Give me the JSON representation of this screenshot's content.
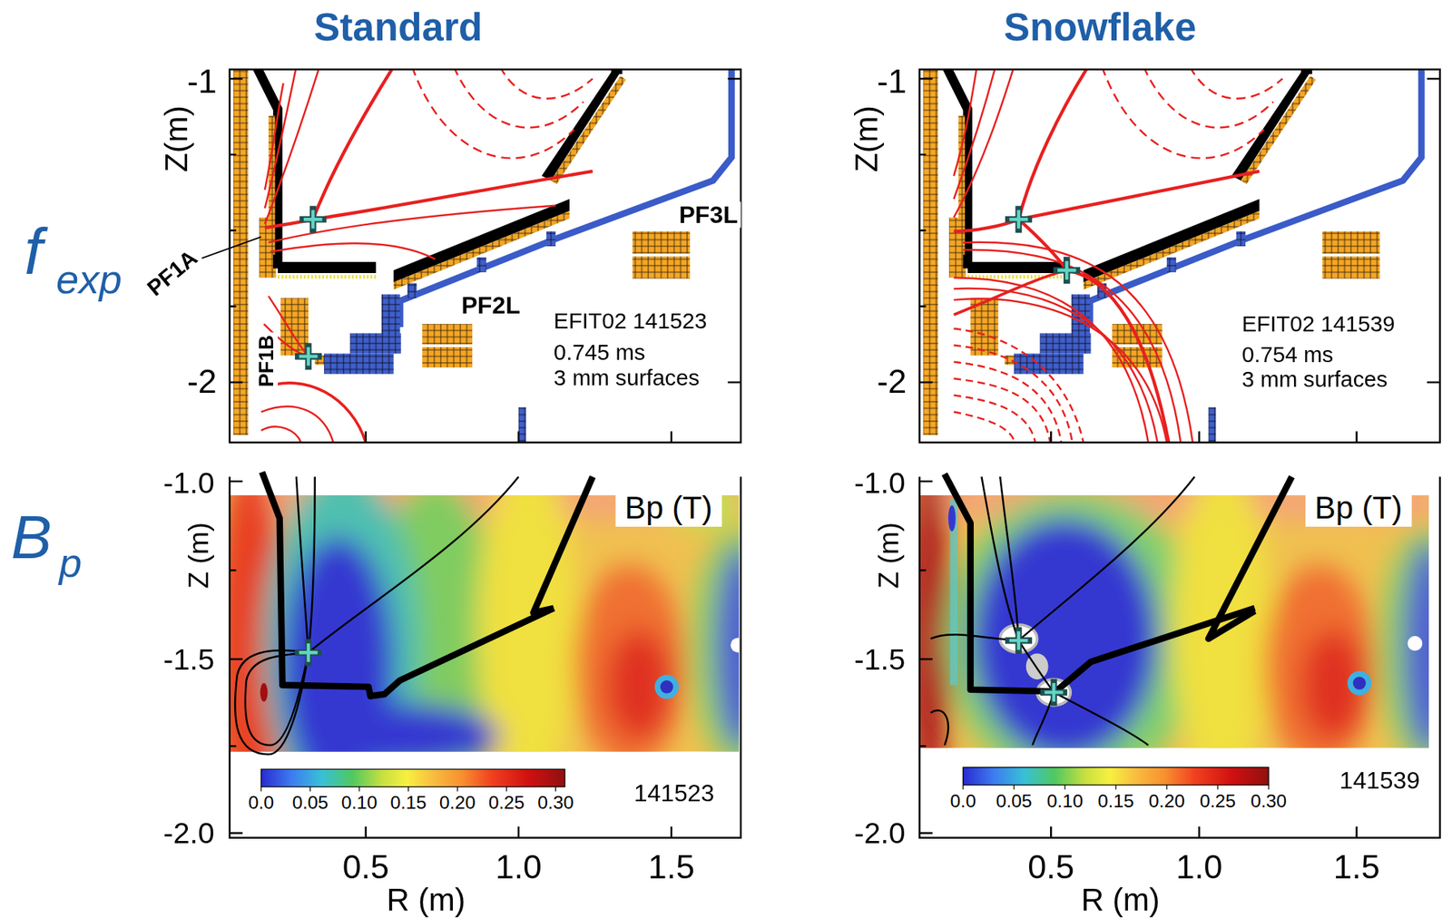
{
  "diagram": {
    "labels": [
      "Standard",
      "Snowflake",
      "f",
      "exp",
      "Z(m)",
      "-1",
      "-2",
      "PF1A",
      "PF1B",
      "PF2L",
      "PF3L",
      "EFIT02 141523",
      "0.745 ms",
      "3 mm surfaces",
      "Z(m)",
      "-1",
      "-2",
      "EFIT02 141539",
      "0.754 ms",
      "3 mm surfaces",
      "B",
      "p",
      "Z (m)",
      "-1.0",
      "-1.5",
      "-2.0",
      "Bp (T)",
      "0.0",
      "0.05",
      "0.10",
      "0.15",
      "0.20",
      "0.25",
      "0.30",
      "141523",
      "0.5",
      "1.0",
      "1.5",
      "R (m)",
      "Z (m)",
      "-1.0",
      "-1.5",
      "-2.0",
      "Bp (T)",
      "0.0",
      "0.05",
      "0.10",
      "0.15",
      "0.20",
      "0.25",
      "0.30",
      "141539",
      "0.5",
      "1.0",
      "1.5",
      "R (m)"
    ]
  }
}
